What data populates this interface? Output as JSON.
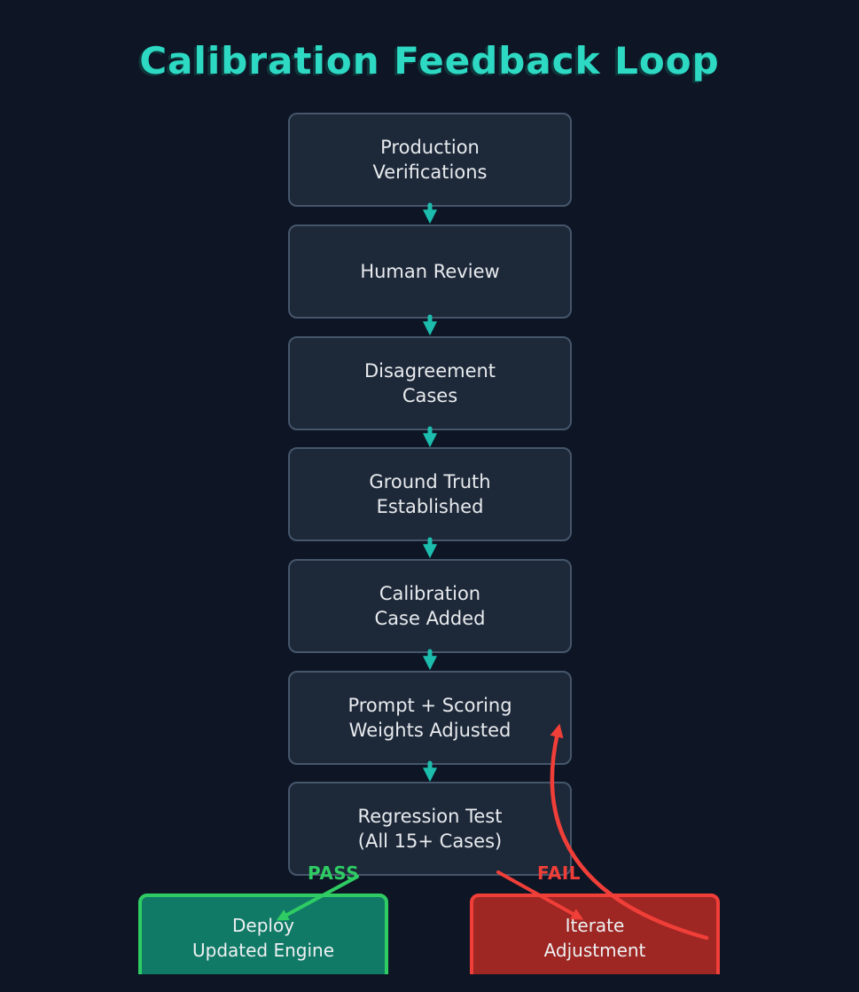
{
  "title": "Calibration Feedback Loop",
  "flow": {
    "nodes": [
      {
        "label": "Production\nVerifications"
      },
      {
        "label": "Human Review"
      },
      {
        "label": "Disagreement\nCases"
      },
      {
        "label": "Ground Truth\nEstablished"
      },
      {
        "label": "Calibration\nCase Added"
      },
      {
        "label": "Prompt + Scoring\nWeights Adjusted"
      },
      {
        "label": "Regression Test\n(All 15+ Cases)"
      }
    ]
  },
  "branches": {
    "pass": {
      "label": "PASS",
      "node_label": "Deploy\nUpdated Engine"
    },
    "fail": {
      "label": "FAIL",
      "node_label": "Iterate\nAdjustment"
    }
  },
  "colors": {
    "background": "#0e1626",
    "title": "#2dd9c3",
    "node_fill": "#1d2839",
    "node_border": "#46566b",
    "node_text": "#e8ebee",
    "flow_arrow": "#1dbdae",
    "pass_accent": "#2ecc63",
    "pass_fill": "#117a67",
    "fail_accent": "#f03e38",
    "fail_fill": "#9e2623"
  }
}
